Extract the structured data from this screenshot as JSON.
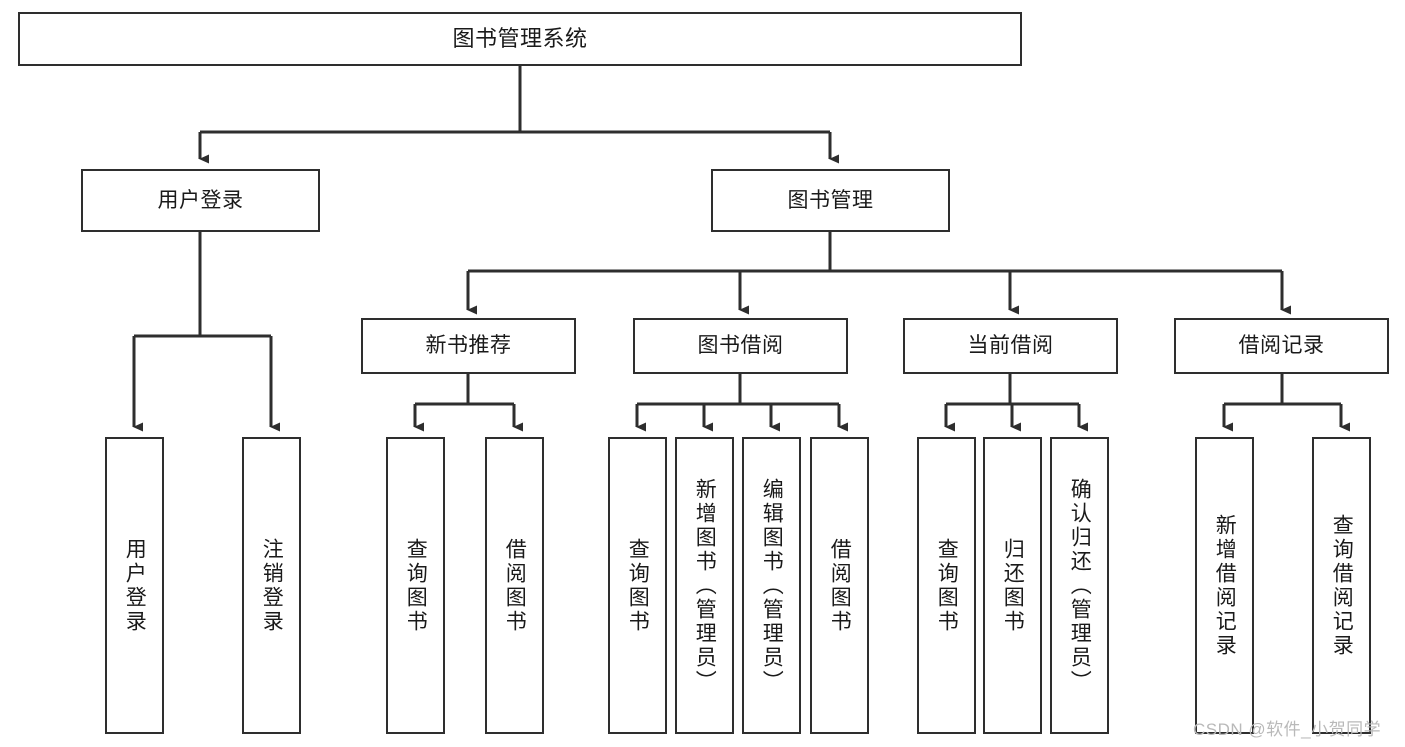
{
  "diagram": {
    "title": "图书管理系统",
    "type": "tree-hierarchy",
    "orientation": "top-down",
    "colors": {
      "box_border": "#2e2e2e",
      "box_fill": "#ffffff",
      "edge": "#2e2e2e",
      "text": "#1a1a1a",
      "watermark": "#b9b9b9"
    },
    "root": {
      "label": "图书管理系统"
    },
    "level2": [
      {
        "id": "user-login",
        "label": "用户登录"
      },
      {
        "id": "book-management",
        "label": "图书管理"
      }
    ],
    "level3": [
      {
        "id": "new-book-recommend",
        "label": "新书推荐"
      },
      {
        "id": "book-borrow",
        "label": "图书借阅"
      },
      {
        "id": "current-borrow",
        "label": "当前借阅"
      },
      {
        "id": "borrow-record",
        "label": "借阅记录"
      }
    ],
    "leaves": {
      "user-login": [
        {
          "id": "leaf-user-login",
          "label": "用户登录"
        },
        {
          "id": "leaf-logout-login",
          "label": "注销登录"
        }
      ],
      "new-book-recommend": [
        {
          "id": "leaf-query-book-1",
          "label": "查询图书"
        },
        {
          "id": "leaf-borrow-book-1",
          "label": "借阅图书"
        }
      ],
      "book-borrow": [
        {
          "id": "leaf-query-book-2",
          "label": "查询图书"
        },
        {
          "id": "leaf-add-book",
          "label": "新增图书（管理员）"
        },
        {
          "id": "leaf-edit-book",
          "label": "编辑图书（管理员）"
        },
        {
          "id": "leaf-borrow-book-2",
          "label": "借阅图书"
        }
      ],
      "current-borrow": [
        {
          "id": "leaf-query-book-3",
          "label": "查询图书"
        },
        {
          "id": "leaf-return-book",
          "label": "归还图书"
        },
        {
          "id": "leaf-confirm-return",
          "label": "确认归还（管理员）"
        }
      ],
      "borrow-record": [
        {
          "id": "leaf-add-record",
          "label": "新增借阅记录"
        },
        {
          "id": "leaf-query-record",
          "label": "查询借阅记录"
        }
      ]
    },
    "watermark": "CSDN @软件_小贺同学"
  }
}
